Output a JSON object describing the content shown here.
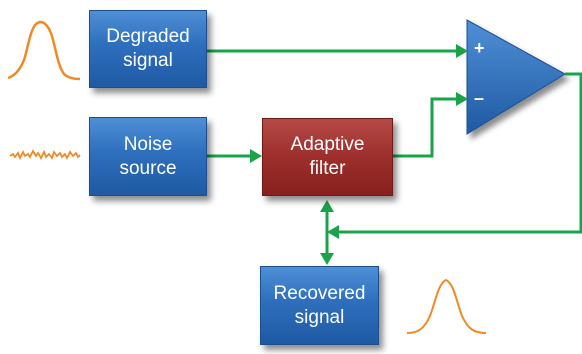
{
  "blocks": {
    "degraded": "Degraded\nsignal",
    "noise": "Noise\nsource",
    "adaptive": "Adaptive\nfilter",
    "recovered": "Recovered\nsignal"
  },
  "summer": {
    "plus": "+",
    "minus": "–"
  },
  "colors": {
    "block_blue": "#2e6fbd",
    "block_red": "#9c2f2c",
    "connector_green": "#1aa34a",
    "waveform_orange": "#f08a24"
  }
}
